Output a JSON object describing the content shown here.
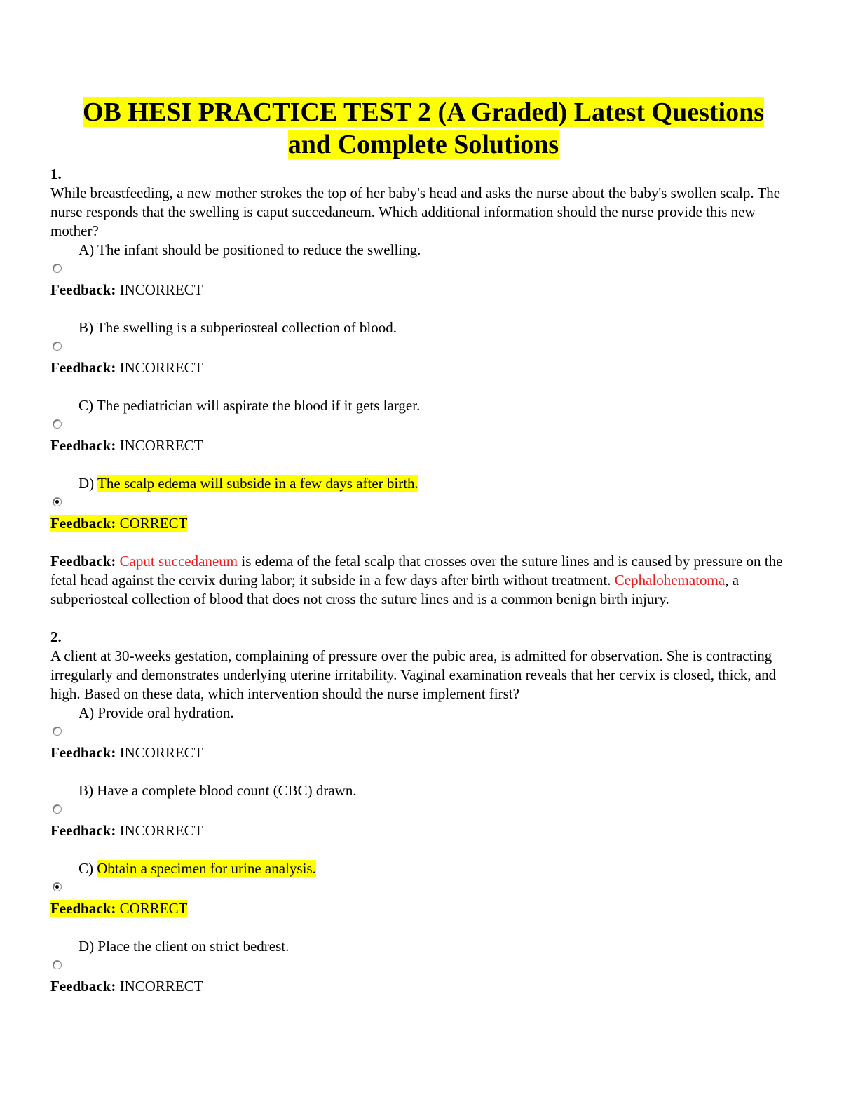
{
  "title": {
    "line1": "OB HESI PRACTICE TEST 2 (A Graded) Latest Questions",
    "line2": "and Complete Solutions"
  },
  "feedback_label": "Feedback:",
  "questions": [
    {
      "number": "1.",
      "stem": "While breastfeeding, a new mother strokes the top of her baby's head and asks the nurse about the baby's swollen scalp. The nurse responds that the swelling is caput succedaneum. Which additional information should the nurse provide this new mother?",
      "options": [
        {
          "letter": "A)",
          "text": "The infant should be positioned to reduce the swelling.",
          "feedback": "INCORRECT"
        },
        {
          "letter": "B)",
          "text": "The swelling is a subperiosteal collection of blood.",
          "feedback": "INCORRECT"
        },
        {
          "letter": "C)",
          "text": "The pediatrician will aspirate the blood if it gets larger.",
          "feedback": "INCORRECT"
        },
        {
          "letter": "D)",
          "text": "The scalp edema will subside in a few days after birth.",
          "feedback": "CORRECT"
        }
      ],
      "explanation": {
        "term1": "Caput succedaneum",
        "part1": " is edema of the fetal scalp that crosses over the suture lines and is caused by pressure on the fetal head against the cervix during labor; it subside in a few days after birth without treatment. ",
        "term2": "Cephalohematoma",
        "part2": ", a subperiosteal collection of blood that does not cross the suture lines and is a common benign birth injury."
      }
    },
    {
      "number": "2.",
      "stem": "A client at 30-weeks gestation, complaining of pressure over the pubic area, is admitted for observation. She is contracting irregularly and demonstrates underlying uterine irritability. Vaginal examination reveals that her cervix is closed, thick, and high. Based on these data, which intervention should the nurse implement first?",
      "options": [
        {
          "letter": "A)",
          "text": "Provide oral hydration.",
          "feedback": "INCORRECT"
        },
        {
          "letter": "B)",
          "text": "Have a complete blood count (CBC) drawn.",
          "feedback": "INCORRECT"
        },
        {
          "letter": "C)",
          "text": "Obtain a specimen for urine analysis.",
          "feedback": "CORRECT"
        },
        {
          "letter": "D)",
          "text": "Place the client on strict bedrest.",
          "feedback": "INCORRECT"
        }
      ]
    }
  ]
}
